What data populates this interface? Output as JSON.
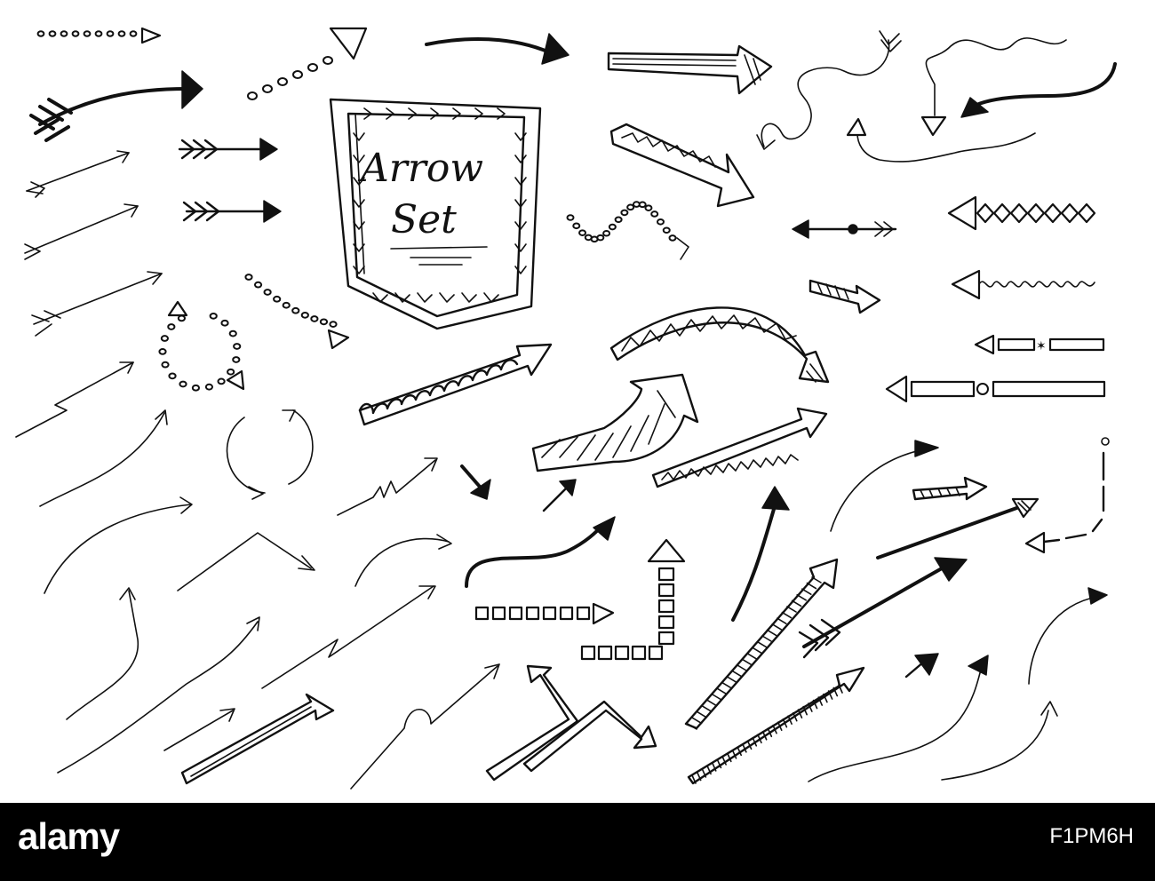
{
  "illustration": {
    "title_line1": "Arrow",
    "title_line2": "Set"
  },
  "footer": {
    "brand": "alamy",
    "image_id": "F1PM6H",
    "background_color": "#000000",
    "text_color": "#ffffff"
  }
}
